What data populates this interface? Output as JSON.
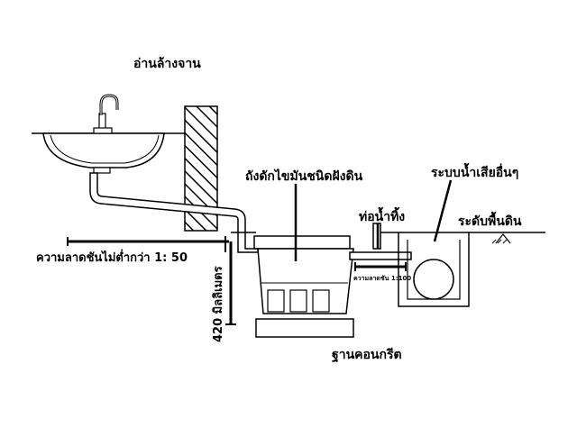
{
  "labels": {
    "sink": "อ่านล้างจาน",
    "grease_trap": "ถังดักไขมันชนิดฝังดิน",
    "drain_pipe": "ท่อน้ำทิ้ง",
    "wastewater_system": "ระบบน้ำเสียอื่นๆ",
    "ground_level": "ระดับพื้นดิน",
    "slope_main": "ความลาดชันไม่ต่ำกว่า 1: 50",
    "slope_outlet": "ความลาดชัน 1:100",
    "depth": "420 มิลลิเมตร",
    "concrete_base": "ฐานคอนกรีต"
  },
  "colors": {
    "line": "#000000",
    "background": "#ffffff"
  }
}
